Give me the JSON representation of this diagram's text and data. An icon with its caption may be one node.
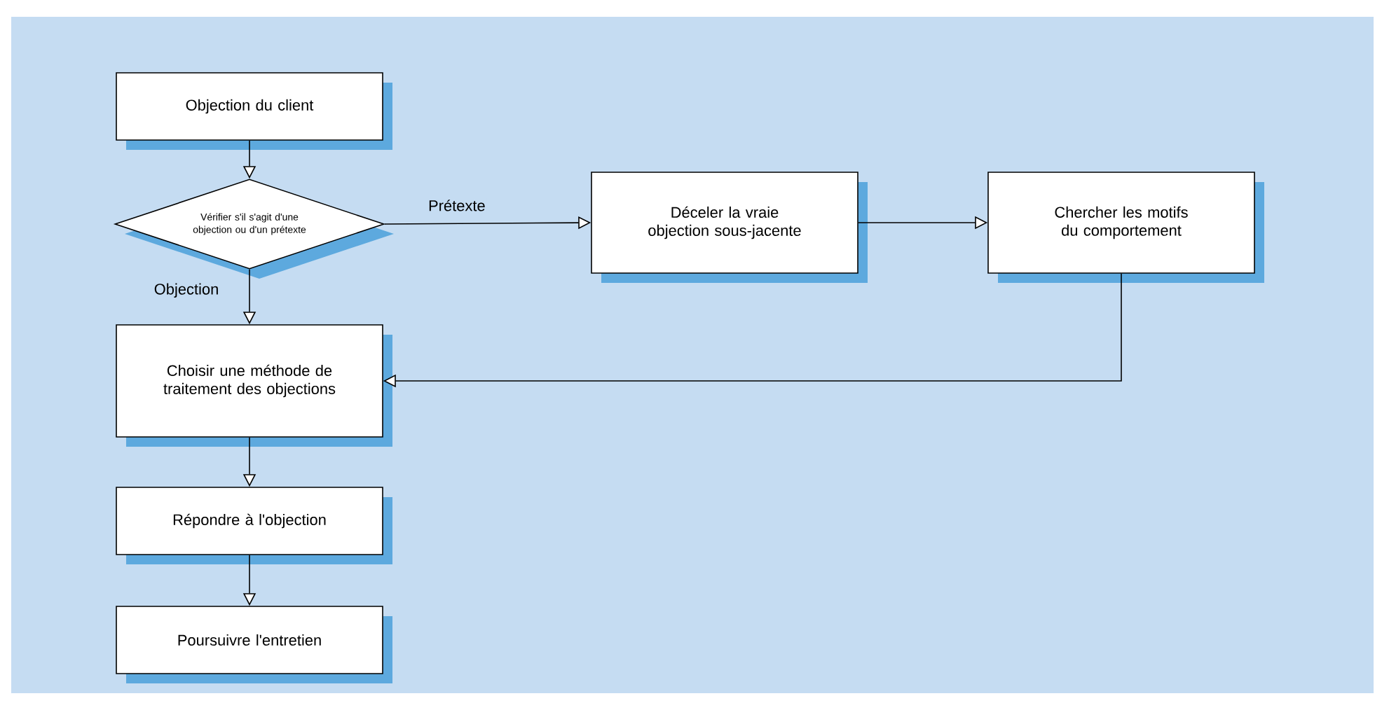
{
  "diagram": {
    "nodes": [
      {
        "text": [
          "Objection du client"
        ]
      },
      {
        "text": [
          "Vérifier s'il s'agit d'une objection ou d'un prétexte"
        ]
      },
      {
        "text": [
          "Déceler la vraie objection sous-jacente"
        ]
      },
      {
        "text": [
          "Chercher les motifs du comportement"
        ]
      },
      {
        "text": [
          "Choisir une méthode de traitement des objections"
        ]
      },
      {
        "text": [
          "Répondre à l'objection"
        ]
      },
      {
        "text": [
          "Poursuivre l'entretien"
        ]
      }
    ],
    "edges": [
      {
        "from": 0,
        "to": 1,
        "arrow": "to"
      },
      {
        "from": 1,
        "to": 2,
        "arrow": "to",
        "label": "Prétexte"
      },
      {
        "from": 1,
        "to": 4,
        "arrow": "to",
        "label": "Objection"
      },
      {
        "from": 2,
        "to": 3,
        "arrow": "to"
      },
      {
        "from": 3,
        "to": 4,
        "arrow": "to"
      },
      {
        "from": 4,
        "to": 5,
        "arrow": "to"
      },
      {
        "from": 5,
        "to": 6,
        "arrow": "to"
      }
    ]
  }
}
